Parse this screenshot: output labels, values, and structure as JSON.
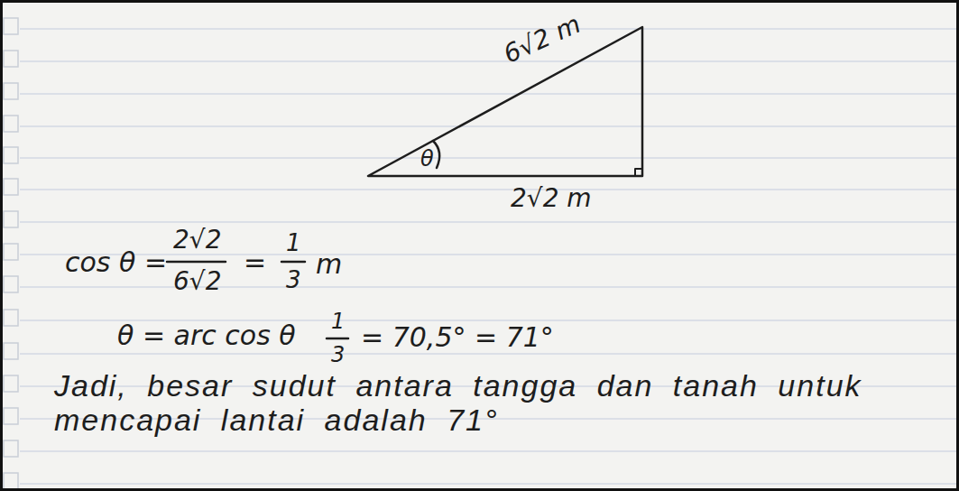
{
  "diagram": {
    "labels": [
      "6√2 m",
      "θ",
      "2√2 m",
      "cos θ =",
      "2√2",
      "6√2",
      "=",
      "1",
      "3",
      "m",
      "θ = arc cos θ",
      "1",
      "3",
      "= 70,5° = 71°",
      "Jadi, besar sudut antara tangga dan tanah untuk mencapai lantai adalah 71°"
    ]
  }
}
